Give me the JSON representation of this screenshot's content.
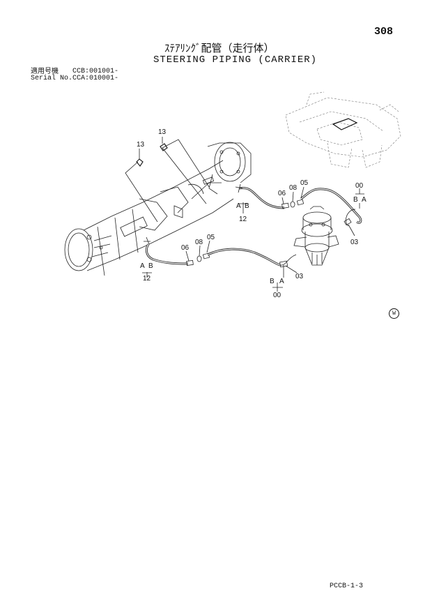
{
  "header": {
    "page_number": "308",
    "title_jp": "ｽﾃｱﾘﾝｸﾞ配管（走行体）",
    "title_en": "STEERING PIPING (CARRIER)"
  },
  "serial": {
    "jp_label": "適用号機",
    "jp_value": "CCB:001001-",
    "en_label": "Serial No.",
    "en_value": "CCA:010001-"
  },
  "callouts": {
    "p13_left": "13",
    "p13_top": "13",
    "p06_a": "06",
    "p08_a": "08",
    "p05_a": "05",
    "p12_a": "12",
    "A_a": "A",
    "B_a": "B",
    "p00_right": "00",
    "A_right": "A",
    "B_right": "B",
    "p03_right": "03",
    "p06_b": "06",
    "p08_b": "08",
    "p05_b": "05",
    "A_b": "A",
    "B_b": "B",
    "p12_b": "12",
    "B_bottom": "B",
    "A_bottom": "A",
    "p03_bottom": "03",
    "p00_bottom": "00"
  },
  "footer": {
    "mark": "W",
    "code": "PCCB-1-3"
  }
}
